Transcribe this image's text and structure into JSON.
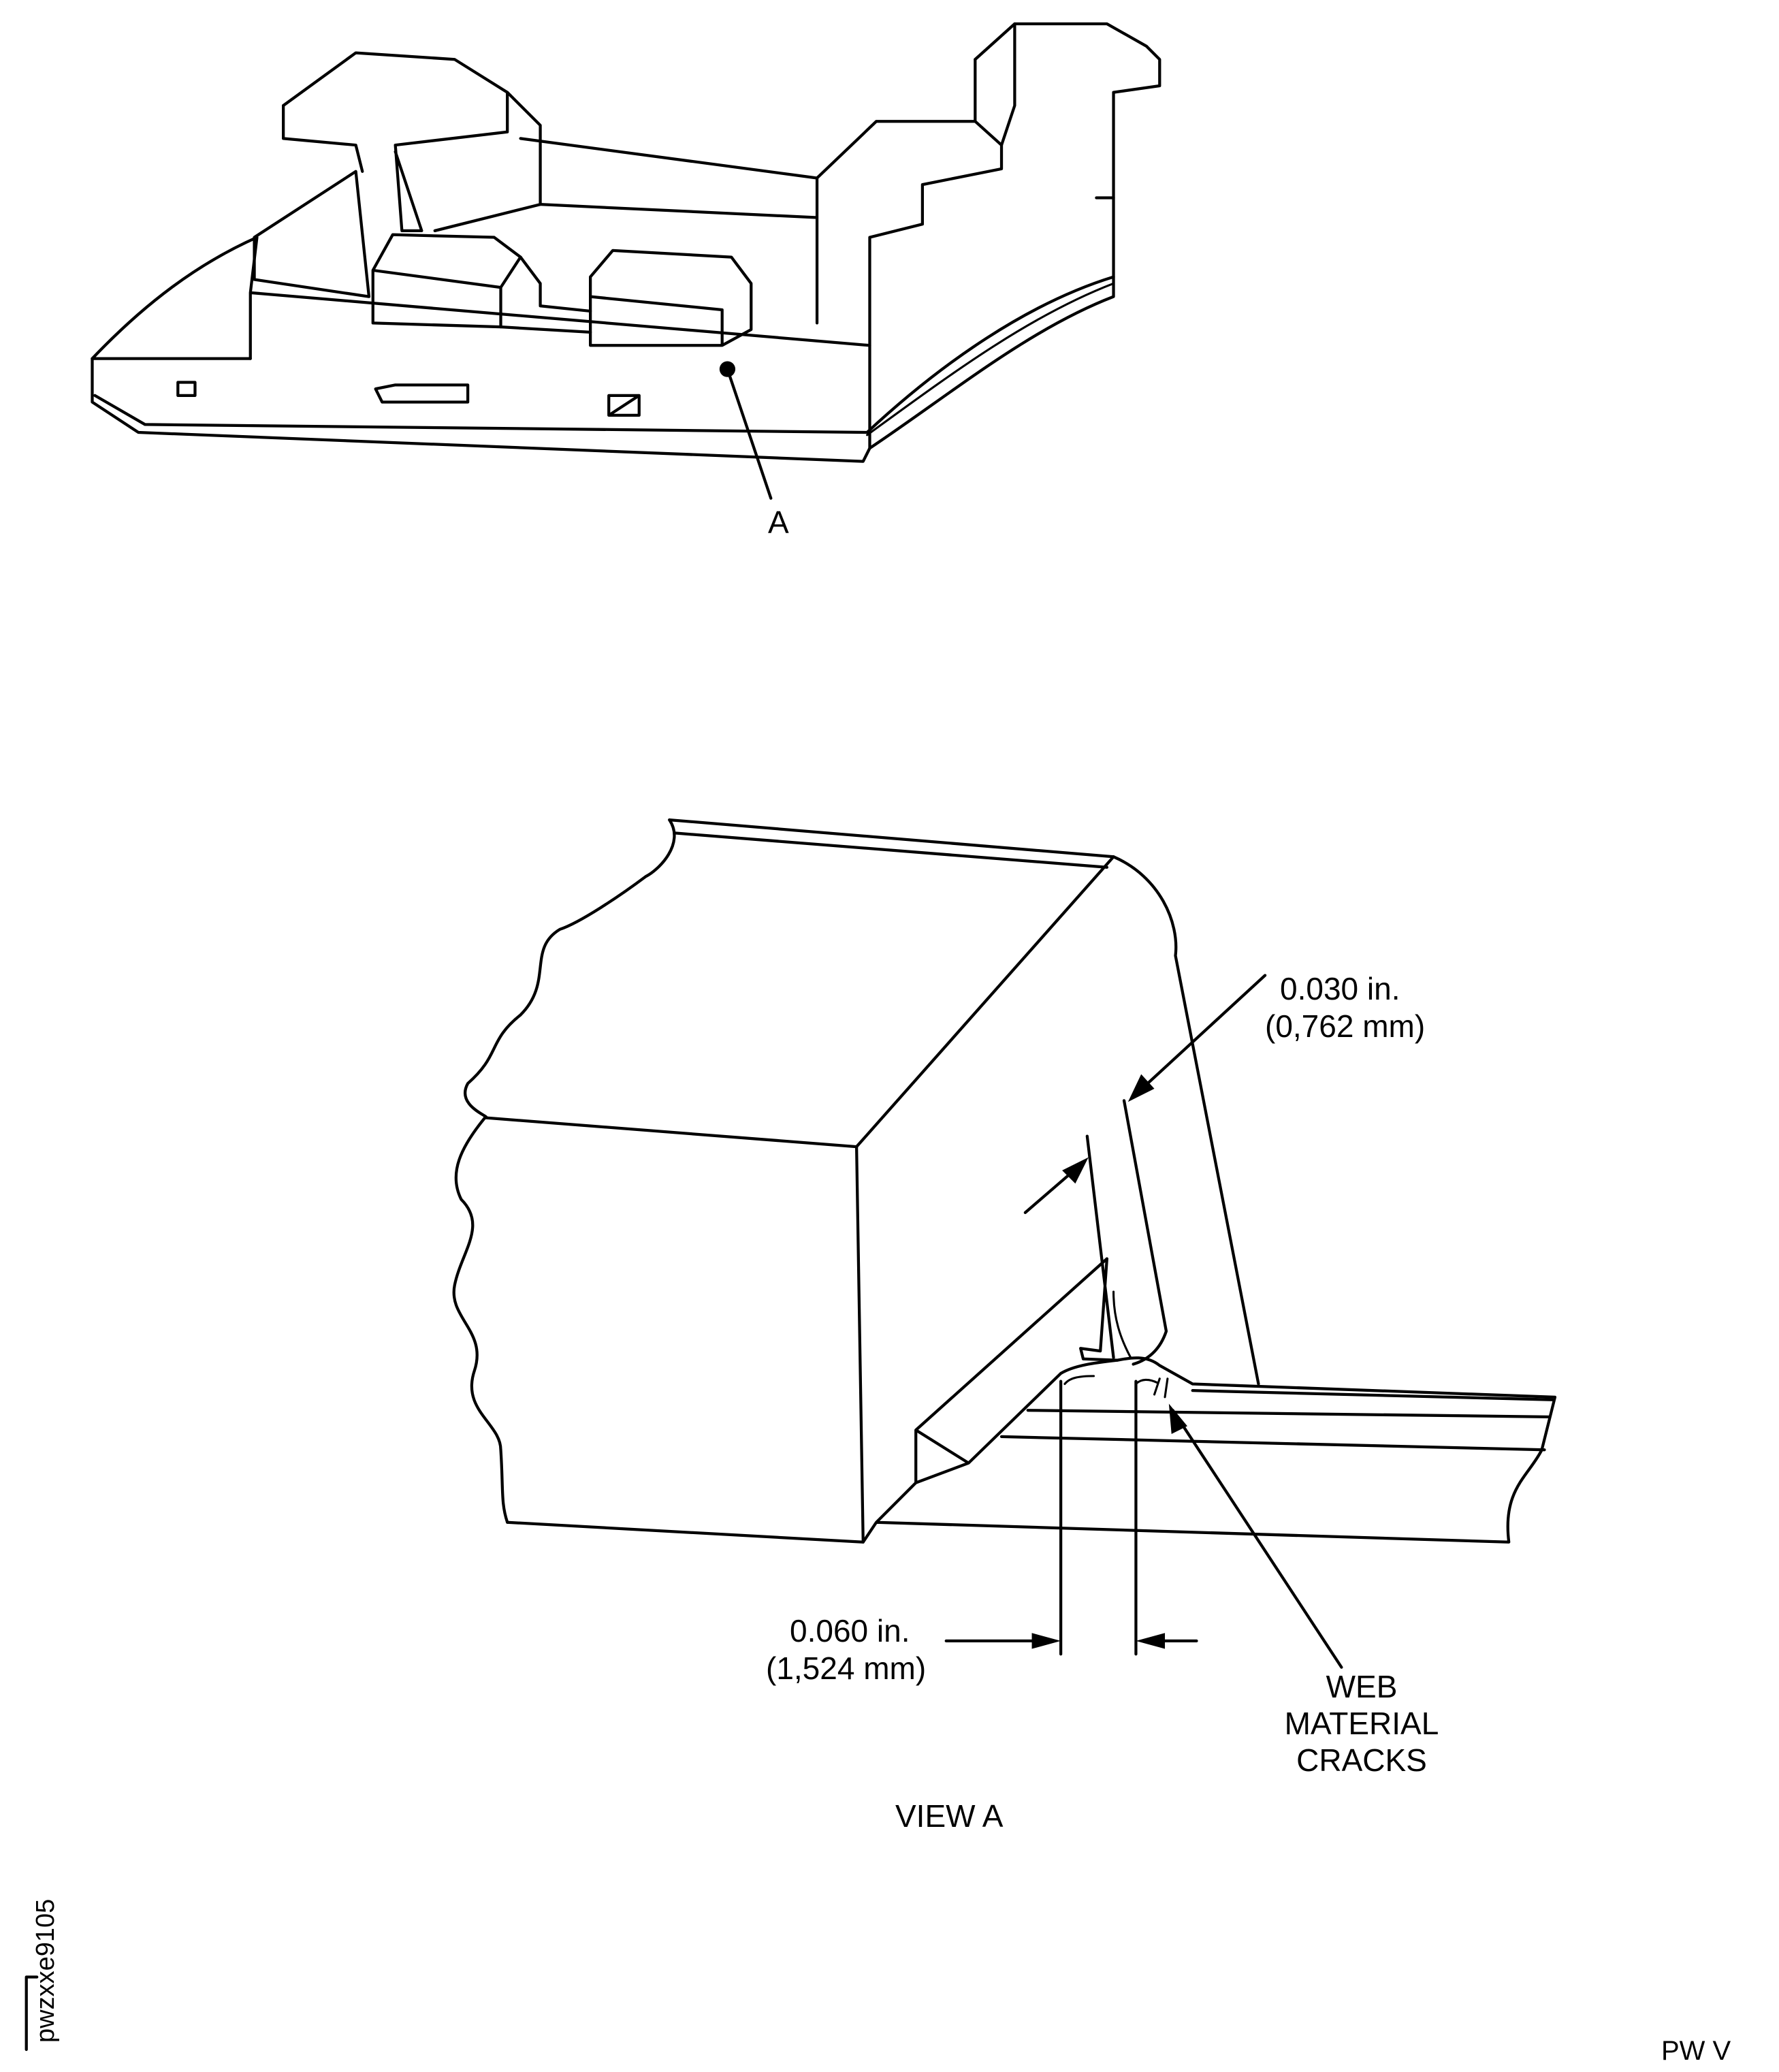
{
  "overview": {
    "callout": "A"
  },
  "view_a": {
    "title": "VIEW A",
    "dim_web_thickness": {
      "inch": "0.030 in.",
      "mm": "(0,762 mm)"
    },
    "dim_crack_width": {
      "inch": "0.060 in.",
      "mm": "(1,524 mm)"
    },
    "crack_label": [
      "WEB",
      "MATERIAL",
      "CRACKS"
    ]
  },
  "figure_id": "pwzxxe9105",
  "corner_code": "PW V"
}
